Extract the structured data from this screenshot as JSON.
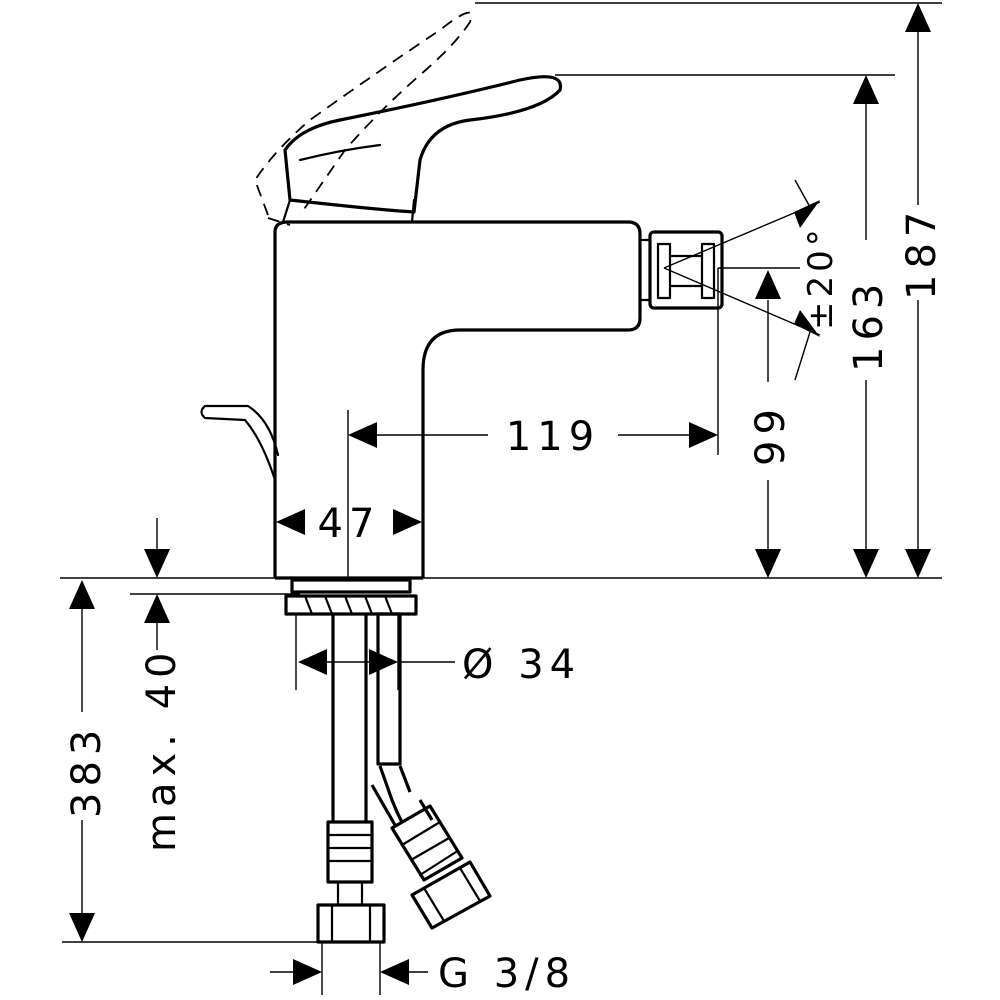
{
  "dimensions": {
    "overall_height": "187",
    "handle_height": "163",
    "spout_height": "99",
    "spout_reach": "119",
    "body_width": "47",
    "hole_diameter": "Ø 34",
    "max_thickness": "max. 40",
    "hose_length": "383",
    "connection": "G 3/8",
    "spout_angle": "±20°"
  }
}
